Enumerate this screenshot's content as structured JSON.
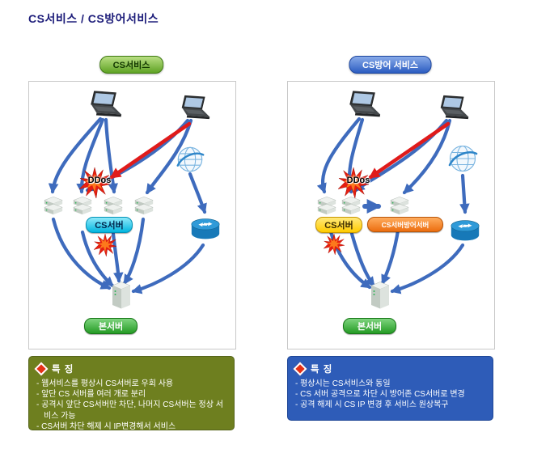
{
  "title": "CS서비스 / CS방어서비스",
  "panels": [
    {
      "header": "CS서비스",
      "ddos_label": "DDos",
      "nodes": {
        "cs_server": "CS서버",
        "main_server": "본서버"
      },
      "features": {
        "header": "특 징",
        "items": [
          "웹서비스를 평상시 CS서버로 우회 사용",
          "앞단 CS 서버를 여러 개로 분리",
          "공격시 앞단 CS서버만 차단, 나머지 CS서버는 정상 서비스 가능",
          "CS서버 차단 해제 시 IP변경해서 서비스"
        ]
      }
    },
    {
      "header": "CS방어 서비스",
      "ddos_label": "DDos",
      "nodes": {
        "cs_server": "CS서버",
        "defense_server": "CS서버방어서버",
        "main_server": "본서버"
      },
      "features": {
        "header": "특 징",
        "items": [
          "평상시는 CS서비스와 동일",
          "CS 서버 공격으로 차단 시 방어존 CS서버로 변경",
          "공격 해제 시 CS IP 변경 후  서비스 원상복구"
        ]
      }
    }
  ],
  "colors": {
    "title_navy": "#1d1d7a",
    "header_green": "#5fa324",
    "header_blue": "#2c5dc1",
    "cs_server_cyan": "#00b5df",
    "cs_server_yellow": "#ffcb00",
    "defense_orange": "#ec6e10",
    "main_server_green": "#259b25",
    "feature_box_olive": "#6e7f1f",
    "feature_box_blue": "#2e5cb8",
    "traffic_arrow_blue": "#3e6bbd",
    "attack_arrow_red": "#e01b1b"
  }
}
